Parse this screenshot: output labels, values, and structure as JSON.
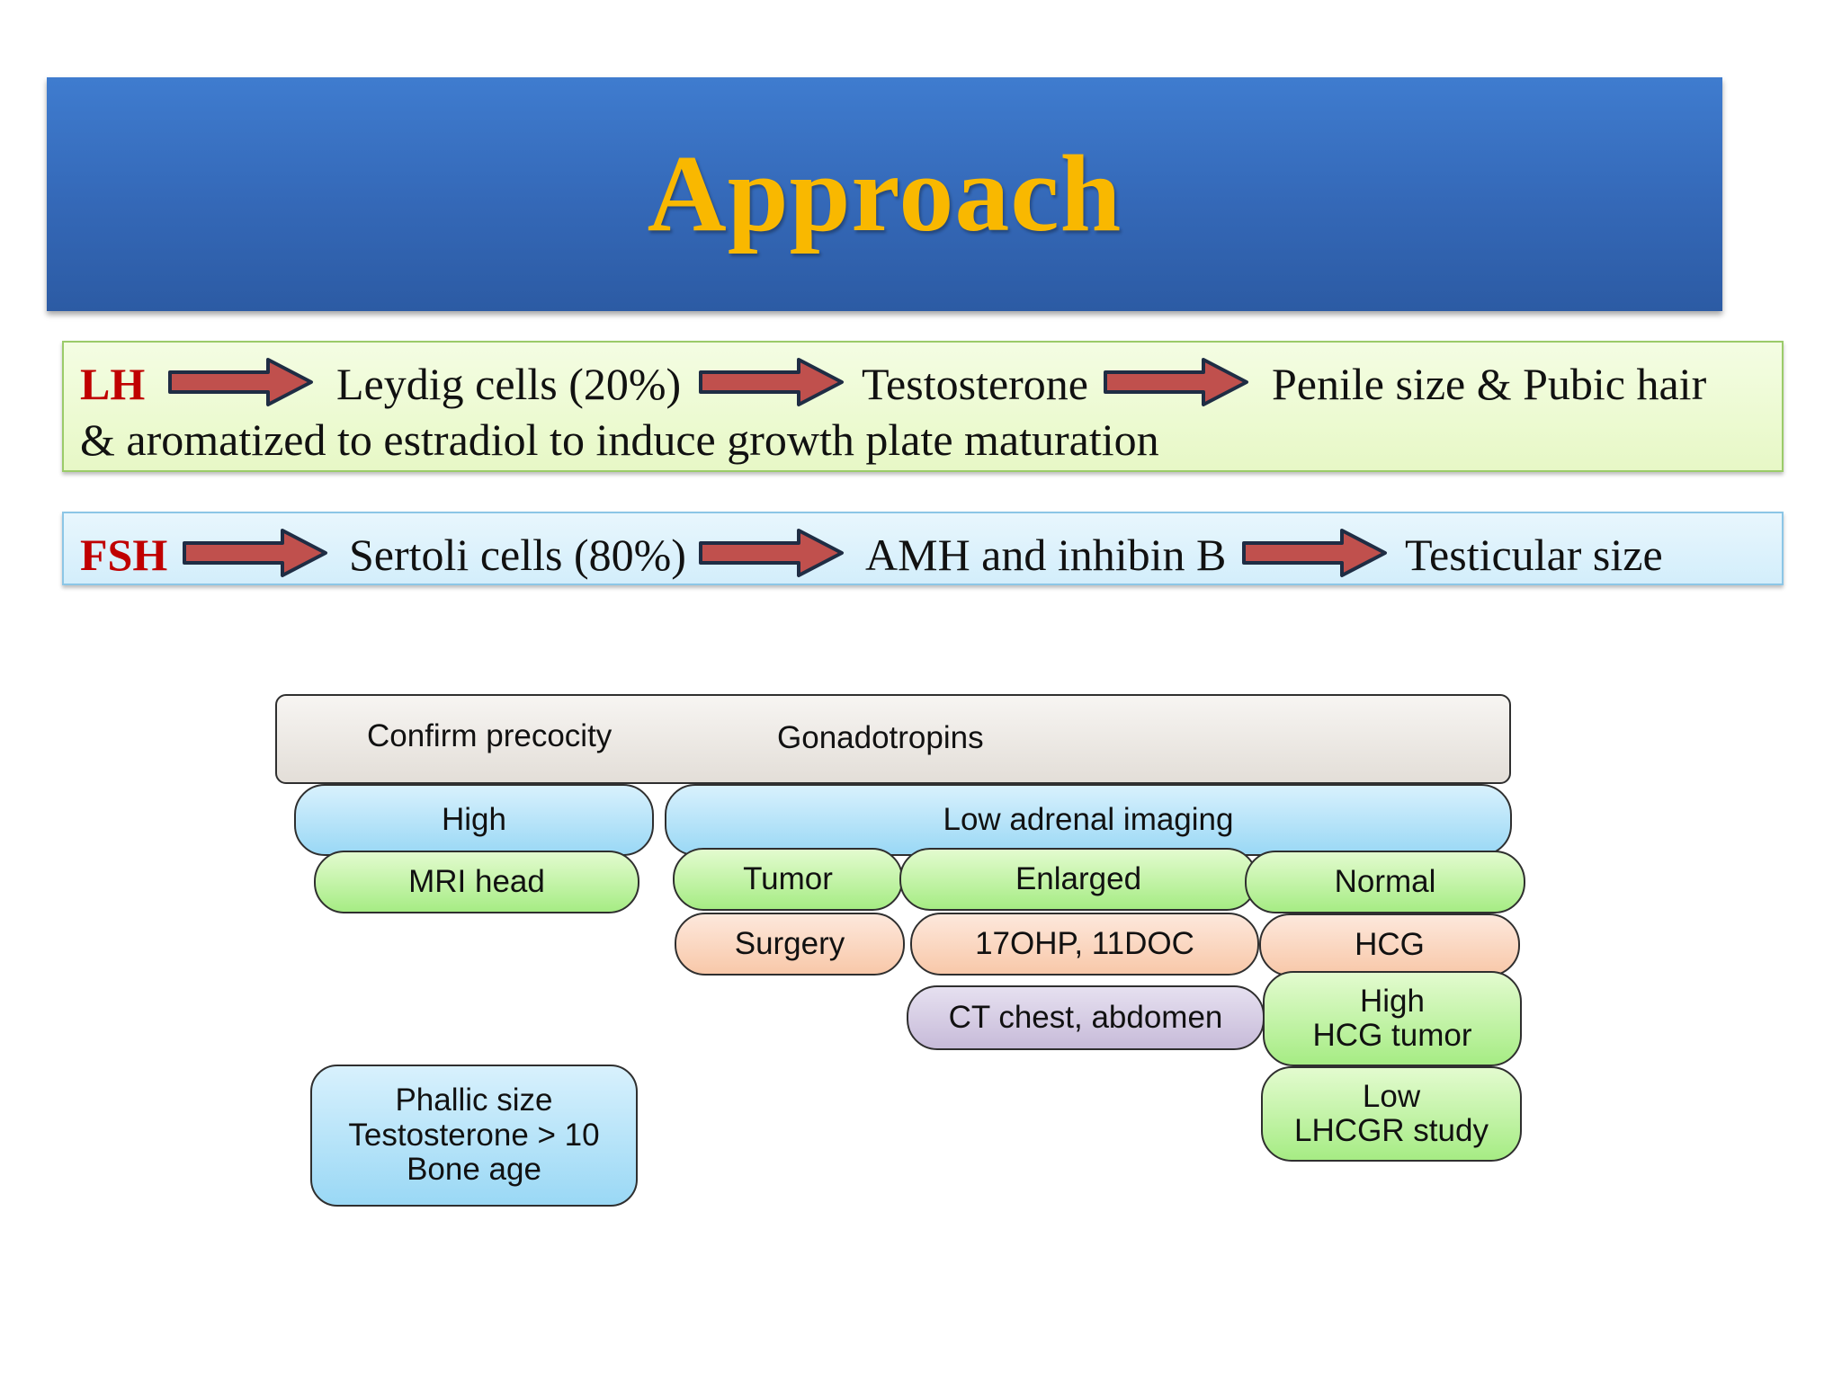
{
  "slide": {
    "title": "Approach"
  },
  "lh_flow": {
    "hormone": "LH",
    "step1": "Leydig cells (20%)",
    "step2": "Testosterone",
    "step3": "Penile size & Pubic hair",
    "line2": "& aromatized to estradiol to induce growth plate maturation"
  },
  "fsh_flow": {
    "hormone": "FSH",
    "step1": "Sertoli cells (80%)",
    "step2": "AMH and inhibin B",
    "step3": "Testicular size"
  },
  "diagram": {
    "top": {
      "left": "Confirm precocity",
      "right": "Gonadotropins"
    },
    "high": "High",
    "mri": "MRI head",
    "low": "Low adrenal imaging",
    "tumor": "Tumor",
    "enlarged": "Enlarged",
    "normal": "Normal",
    "surgery": "Surgery",
    "ohp": "17OHP, 11DOC",
    "hcg": "HCG",
    "ct": "CT chest, abdomen",
    "hcg_high": {
      "line1": "High",
      "line2": "HCG tumor"
    },
    "hcg_low": {
      "line1": "Low",
      "line2": "LHCGR study"
    },
    "phallic": {
      "line1": "Phallic size",
      "line2": "Testosterone > 10",
      "line3": "Bone age"
    }
  },
  "colors": {
    "title_bg": "#3468b7",
    "title_text": "#f9b800",
    "hormone_text": "#c00000",
    "arrow_fill": "#c0504d",
    "arrow_stroke": "#1f2d44"
  }
}
